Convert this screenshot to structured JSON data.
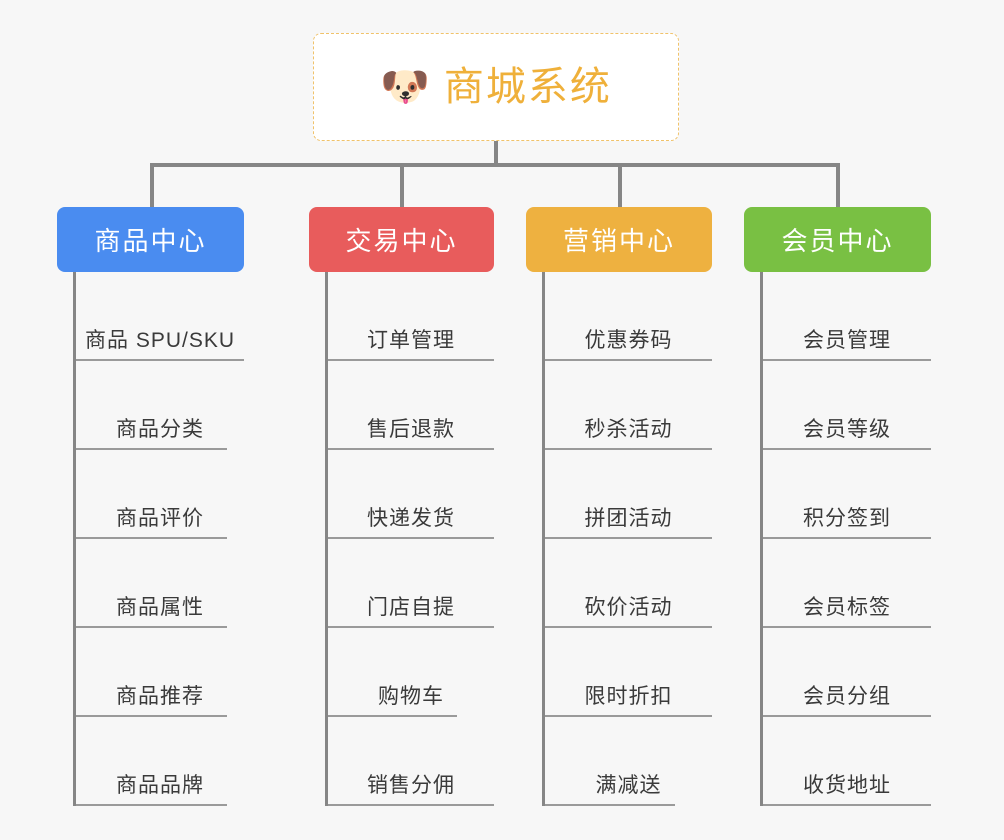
{
  "root": {
    "emoji": "🐶",
    "emoji_name": "shiba-dog-face-emoji",
    "title": "商城系统"
  },
  "colors": {
    "background": "#f7f7f7",
    "root_border": "#f0c26a",
    "root_title": "#efb03a",
    "connector": "#868686",
    "leaf_underline": "#9a9a9a",
    "leaf_text": "#3a3a3a",
    "category_blue": "#4a8cf0",
    "category_red": "#e85c5c",
    "category_orange": "#eeb140",
    "category_green": "#79c043"
  },
  "columns": [
    {
      "title": "商品中心",
      "color": "#4a8cf0",
      "items": [
        "商品 SPU/SKU",
        "商品分类",
        "商品评价",
        "商品属性",
        "商品推荐",
        "商品品牌"
      ]
    },
    {
      "title": "交易中心",
      "color": "#e85c5c",
      "items": [
        "订单管理",
        "售后退款",
        "快递发货",
        "门店自提",
        "购物车",
        "销售分佣"
      ]
    },
    {
      "title": "营销中心",
      "color": "#eeb140",
      "items": [
        "优惠券码",
        "秒杀活动",
        "拼团活动",
        "砍价活动",
        "限时折扣",
        "满减送"
      ]
    },
    {
      "title": "会员中心",
      "color": "#79c043",
      "items": [
        "会员管理",
        "会员等级",
        "积分签到",
        "会员标签",
        "会员分组",
        "收货地址"
      ]
    }
  ]
}
